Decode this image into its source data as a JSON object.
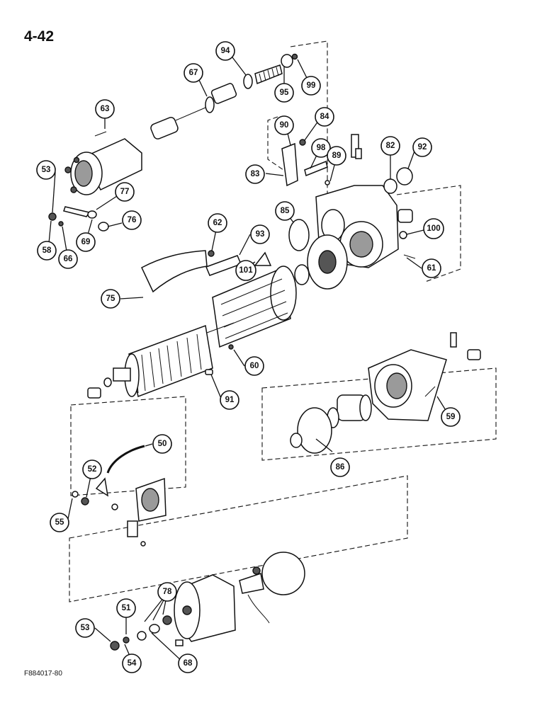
{
  "page": {
    "number": "4-42",
    "figure_code": "F884017-80"
  },
  "callouts": [
    {
      "id": "c94",
      "label": "94"
    },
    {
      "id": "c67",
      "label": "67"
    },
    {
      "id": "c95",
      "label": "95"
    },
    {
      "id": "c99",
      "label": "99"
    },
    {
      "id": "c63",
      "label": "63"
    },
    {
      "id": "c90",
      "label": "90"
    },
    {
      "id": "c84",
      "label": "84"
    },
    {
      "id": "c98",
      "label": "98"
    },
    {
      "id": "c89",
      "label": "89"
    },
    {
      "id": "c82",
      "label": "82"
    },
    {
      "id": "c92",
      "label": "92"
    },
    {
      "id": "c53a",
      "label": "53"
    },
    {
      "id": "c83",
      "label": "83"
    },
    {
      "id": "c77",
      "label": "77"
    },
    {
      "id": "c76",
      "label": "76"
    },
    {
      "id": "c85",
      "label": "85"
    },
    {
      "id": "c62",
      "label": "62"
    },
    {
      "id": "c93",
      "label": "93"
    },
    {
      "id": "c100",
      "label": "100"
    },
    {
      "id": "c58",
      "label": "58"
    },
    {
      "id": "c66",
      "label": "66"
    },
    {
      "id": "c69",
      "label": "69"
    },
    {
      "id": "c101",
      "label": "101"
    },
    {
      "id": "c61",
      "label": "61"
    },
    {
      "id": "c75",
      "label": "75"
    },
    {
      "id": "c60",
      "label": "60"
    },
    {
      "id": "c91",
      "label": "91"
    },
    {
      "id": "c59",
      "label": "59"
    },
    {
      "id": "c50",
      "label": "50"
    },
    {
      "id": "c86",
      "label": "86"
    },
    {
      "id": "c52",
      "label": "52"
    },
    {
      "id": "c55",
      "label": "55"
    },
    {
      "id": "c78",
      "label": "78"
    },
    {
      "id": "c51",
      "label": "51"
    },
    {
      "id": "c53b",
      "label": "53"
    },
    {
      "id": "c54",
      "label": "54"
    },
    {
      "id": "c68",
      "label": "68"
    }
  ]
}
